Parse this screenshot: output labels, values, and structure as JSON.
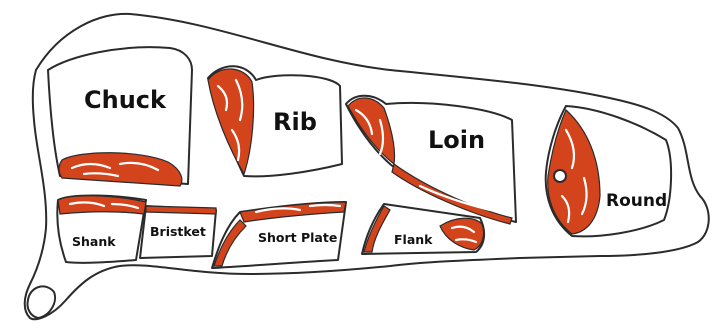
{
  "diagram": {
    "labels": {
      "chuck": "Chuck",
      "rib": "Rib",
      "loin": "Loin",
      "round": "Round",
      "shank": "Shank",
      "brisket": "Bristket",
      "short_plate": "Short Plate",
      "flank": "Flank"
    },
    "colors": {
      "meat": "#d4441c",
      "outline": "#2b2b2b",
      "background": "#ffffff"
    }
  }
}
